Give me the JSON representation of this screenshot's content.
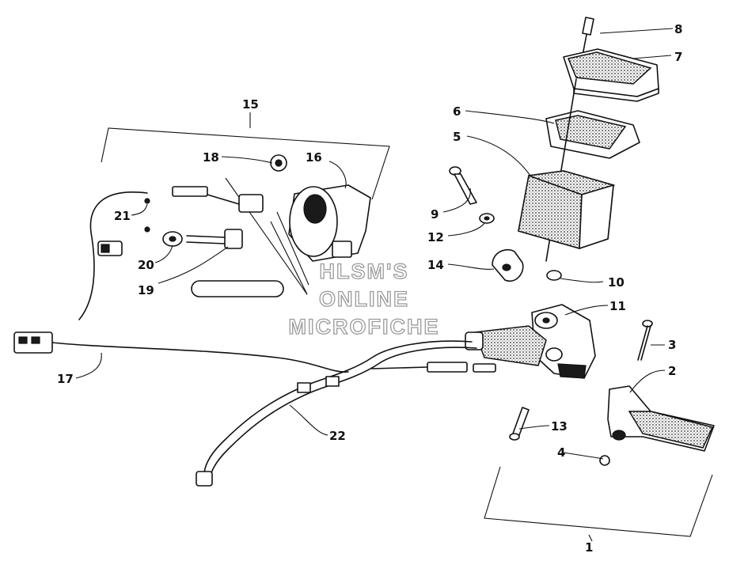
{
  "diagram": {
    "callouts": [
      "1",
      "2",
      "3",
      "4",
      "5",
      "6",
      "7",
      "8",
      "9",
      "10",
      "11",
      "12",
      "13",
      "14",
      "15",
      "16",
      "17",
      "18",
      "19",
      "20",
      "21",
      "22"
    ],
    "watermark": [
      "HLSM'S",
      "ONLINE",
      "MICROFICHE"
    ]
  }
}
